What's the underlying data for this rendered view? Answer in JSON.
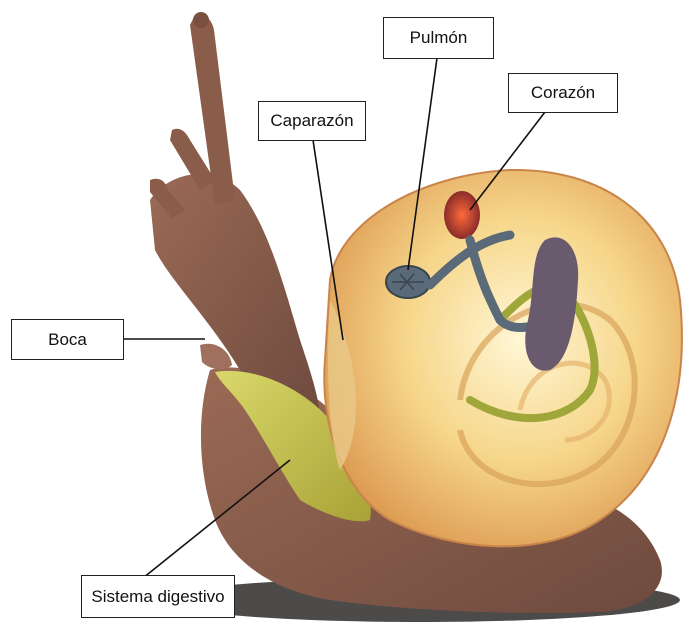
{
  "diagram": {
    "labels": {
      "pulmon": "Pulmón",
      "corazon": "Corazón",
      "caparazon": "Caparazón",
      "boca": "Boca",
      "sistema_digestivo": "Sistema digestivo"
    }
  }
}
